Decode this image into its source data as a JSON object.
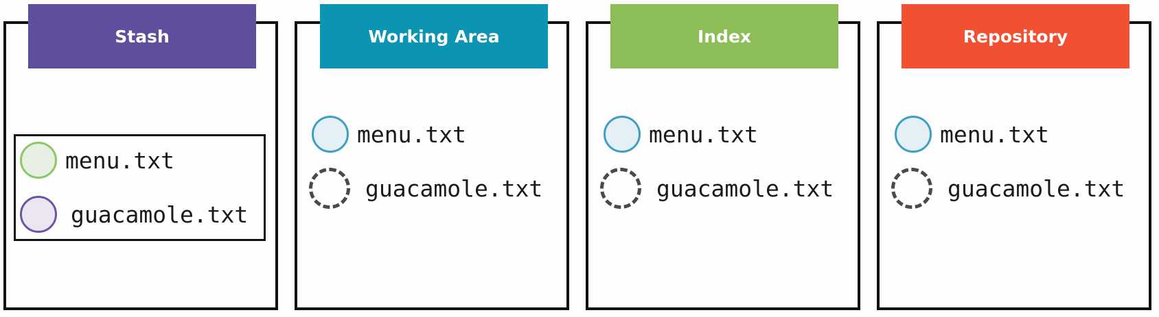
{
  "panels": {
    "stash": {
      "title": "Stash",
      "color": "#5f4e9d",
      "files": [
        "menu.txt",
        "guacamole.txt"
      ]
    },
    "working_area": {
      "title": "Working Area",
      "color": "#0b95b3",
      "files": [
        "menu.txt",
        "guacamole.txt"
      ]
    },
    "index": {
      "title": "Index",
      "color": "#8dbd57",
      "files": [
        "menu.txt",
        "guacamole.txt"
      ]
    },
    "repository": {
      "title": "Repository",
      "color": "#f25033",
      "files": [
        "menu.txt",
        "guacamole.txt"
      ]
    }
  },
  "icons": {
    "tracked_file": "circle-solid-icon",
    "untracked_file": "circle-dashed-icon"
  }
}
